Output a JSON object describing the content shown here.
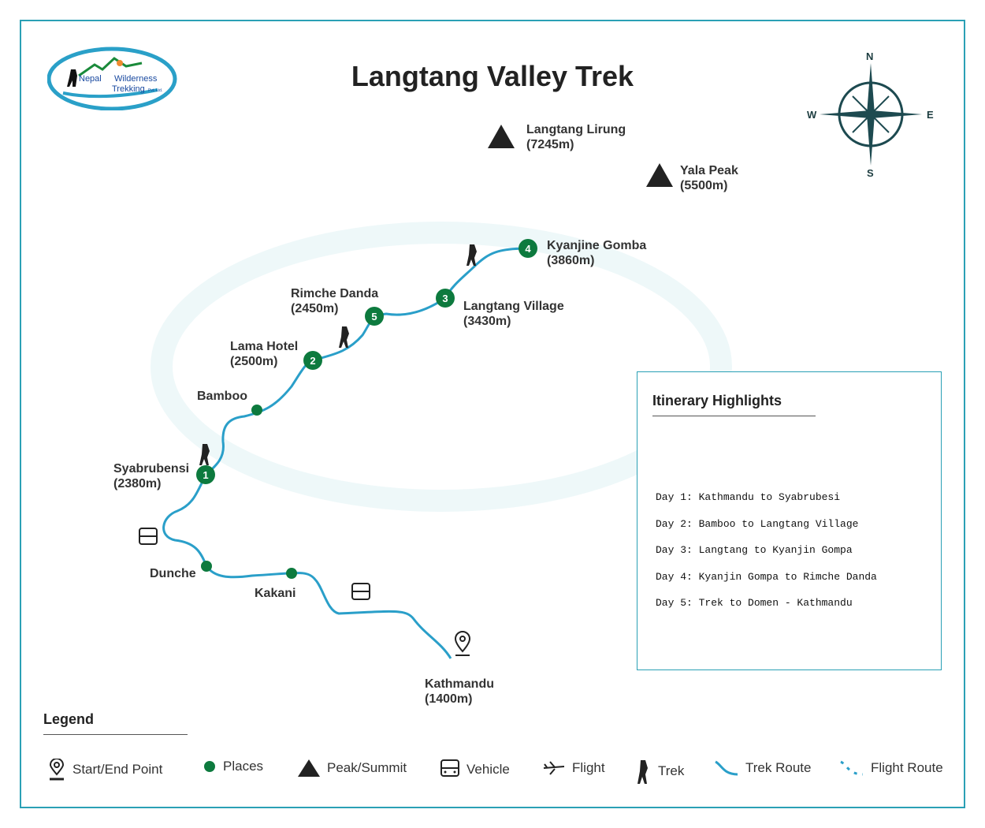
{
  "title": "Langtang Valley Trek",
  "logo": {
    "line1": "Nepal",
    "line2": "Wilderness",
    "line3": "Trekking",
    "suffix": "Pvt. Ltd."
  },
  "compass": {
    "n": "N",
    "s": "S",
    "e": "E",
    "w": "W"
  },
  "peaks": [
    {
      "name": "Langtang Lirung",
      "alt": "(7245m)"
    },
    {
      "name": "Yala Peak",
      "alt": "(5500m)"
    }
  ],
  "places": {
    "kyanjin": {
      "name": "Kyanjine Gomba",
      "alt": "(3860m)",
      "num": "4"
    },
    "langtang": {
      "name": "Langtang Village",
      "alt": "(3430m)",
      "num": "3"
    },
    "rimche": {
      "name": "Rimche Danda",
      "alt": "(2450m)",
      "num": "5"
    },
    "lama": {
      "name": "Lama Hotel",
      "alt": "(2500m)",
      "num": "2"
    },
    "bamboo": {
      "name": "Bamboo"
    },
    "syabrubensi": {
      "name": "Syabrubensi",
      "alt": "(2380m)",
      "num": "1"
    },
    "dunche": {
      "name": "Dunche"
    },
    "kakani": {
      "name": "Kakani"
    },
    "kathmandu": {
      "name": "Kathmandu",
      "alt": "(1400m)"
    }
  },
  "itinerary": {
    "title": "Itinerary Highlights",
    "days": [
      "Day 1: Kathmandu to Syabrubesi",
      "Day 2: Bamboo to Langtang Village",
      "Day 3: Langtang to Kyanjin Gompa",
      "Day 4: Kyanjin Gompa to Rimche Danda",
      "Day 5: Trek to Domen - Kathmandu"
    ]
  },
  "legend": {
    "title": "Legend",
    "items": [
      "Start/End Point",
      "Places",
      "Peak/Summit",
      "Vehicle",
      "Flight",
      "Trek",
      "Trek Route",
      "Flight Route"
    ]
  },
  "colors": {
    "border": "#2aa0b5",
    "route": "#2a9fc9",
    "place": "#0d7a3e",
    "compass": "#1d4a50"
  }
}
